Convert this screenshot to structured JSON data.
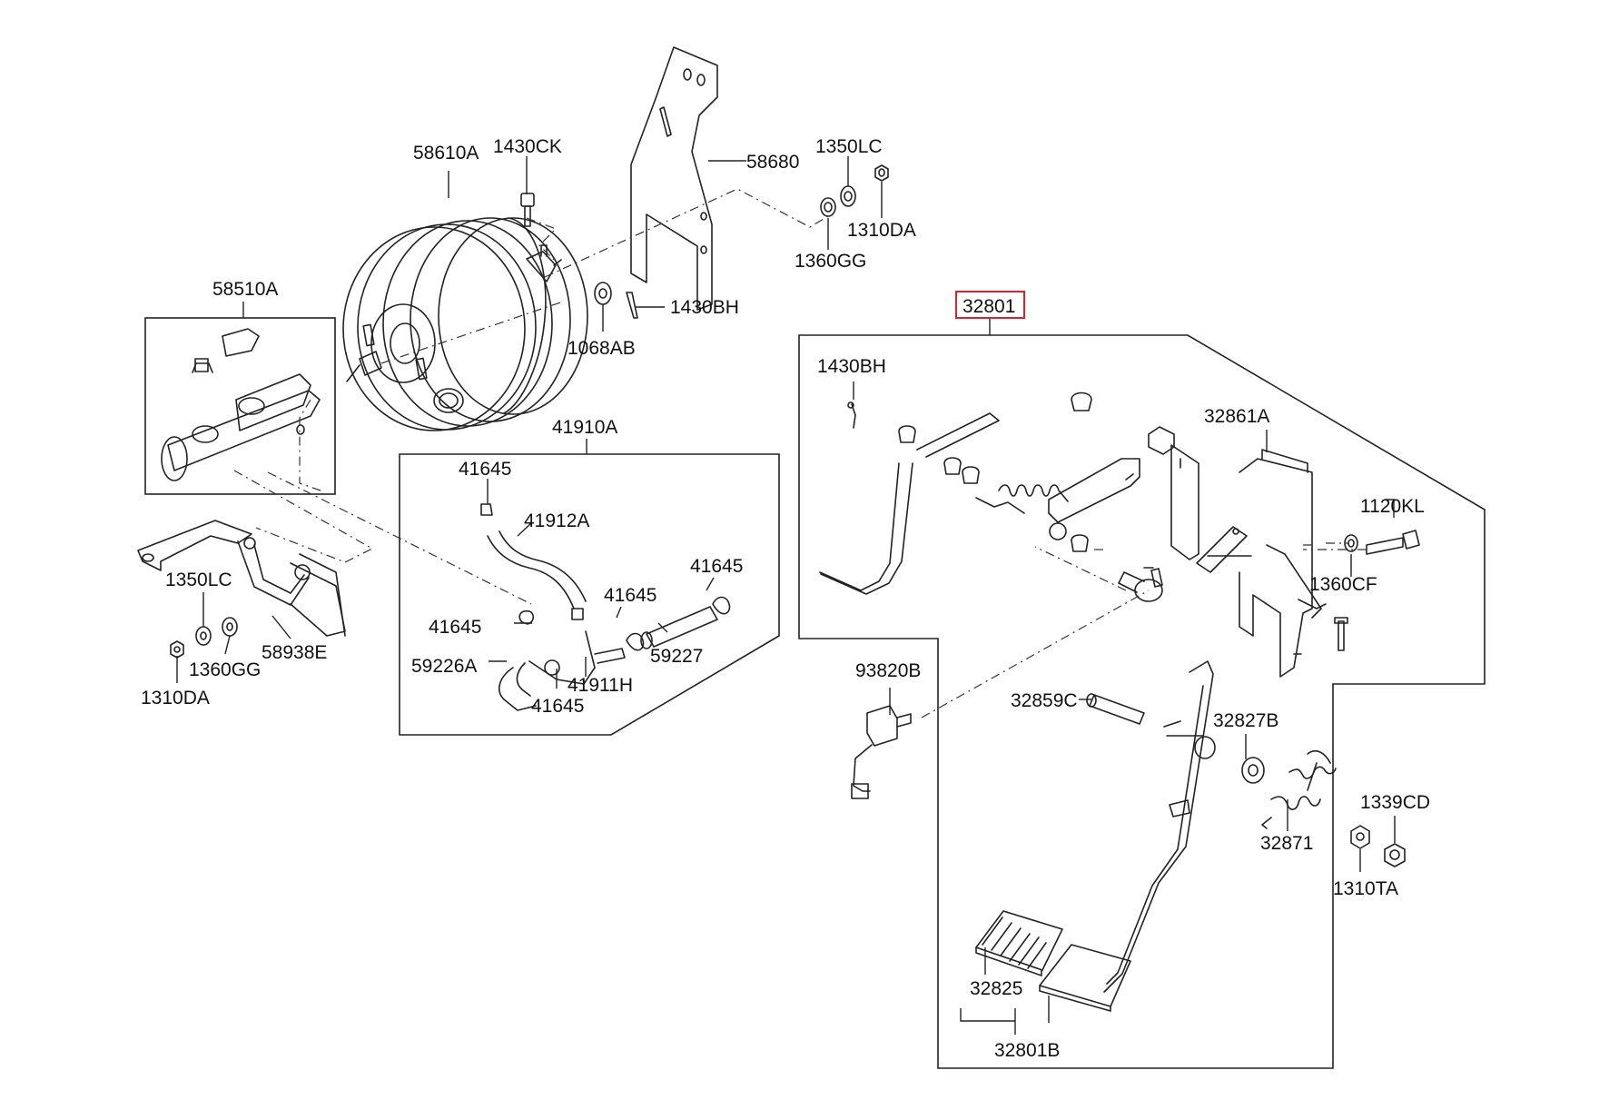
{
  "labels": {
    "p58610A": "58610A",
    "p1430CK": "1430CK",
    "p58680": "58680",
    "p1350LC_top": "1350LC",
    "p1310DA_top": "1310DA",
    "p1360GG_top": "1360GG",
    "p1430BH_top": "1430BH",
    "p1068AB": "1068AB",
    "p58510A": "58510A",
    "p41910A": "41910A",
    "p41645_a": "41645",
    "p41912A": "41912A",
    "p41645_b": "41645",
    "p41645_c": "41645",
    "p41645_d": "41645",
    "p59227": "59227",
    "p59226A": "59226A",
    "p41911H": "41911H",
    "p41645_e": "41645",
    "p1350LC_left": "1350LC",
    "p1360GG_left": "1360GG",
    "p58938E": "58938E",
    "p1310DA_left": "1310DA",
    "p32801": "32801",
    "p1430BH_right": "1430BH",
    "p32861A": "32861A",
    "p1120KL": "1120KL",
    "p1360CF": "1360CF",
    "p93820B": "93820B",
    "p32859C": "32859C",
    "p32827B": "32827B",
    "p32871": "32871",
    "p1339CD": "1339CD",
    "p1310TA": "1310TA",
    "p32825": "32825",
    "p32801B": "32801B"
  },
  "colors": {
    "line": "#222222",
    "highlight": "#e2202a",
    "background": "#ffffff"
  }
}
